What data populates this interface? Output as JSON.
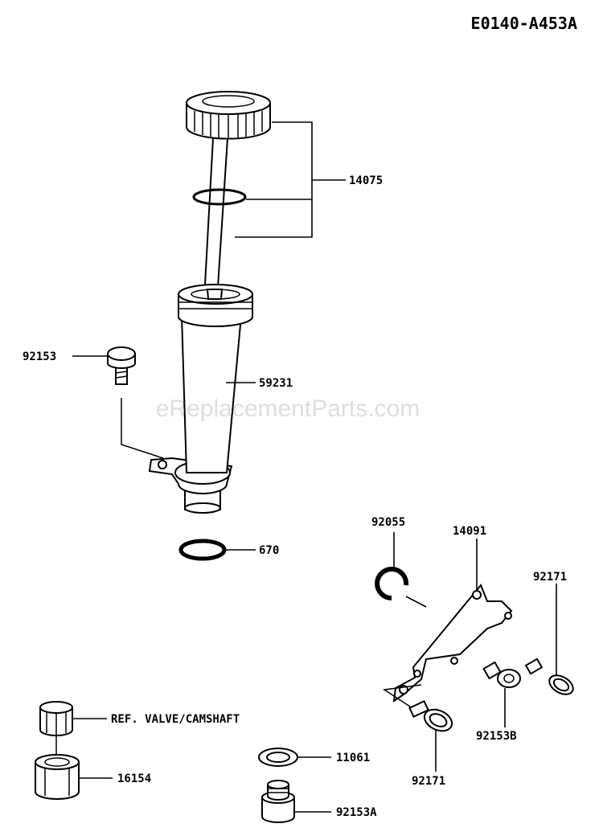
{
  "diagram_id": "E0140-A453A",
  "watermark": "eReplacementParts.com",
  "parts": [
    {
      "number": "14075"
    },
    {
      "number": "92153"
    },
    {
      "number": "59231"
    },
    {
      "number": "670"
    },
    {
      "number": "92055"
    },
    {
      "number": "14091"
    },
    {
      "number": "92171"
    },
    {
      "number": "92153B"
    },
    {
      "number": "92171"
    },
    {
      "number": "REF. VALVE/CAMSHAFT"
    },
    {
      "number": "16154"
    },
    {
      "number": "11061"
    },
    {
      "number": "92153A"
    }
  ]
}
